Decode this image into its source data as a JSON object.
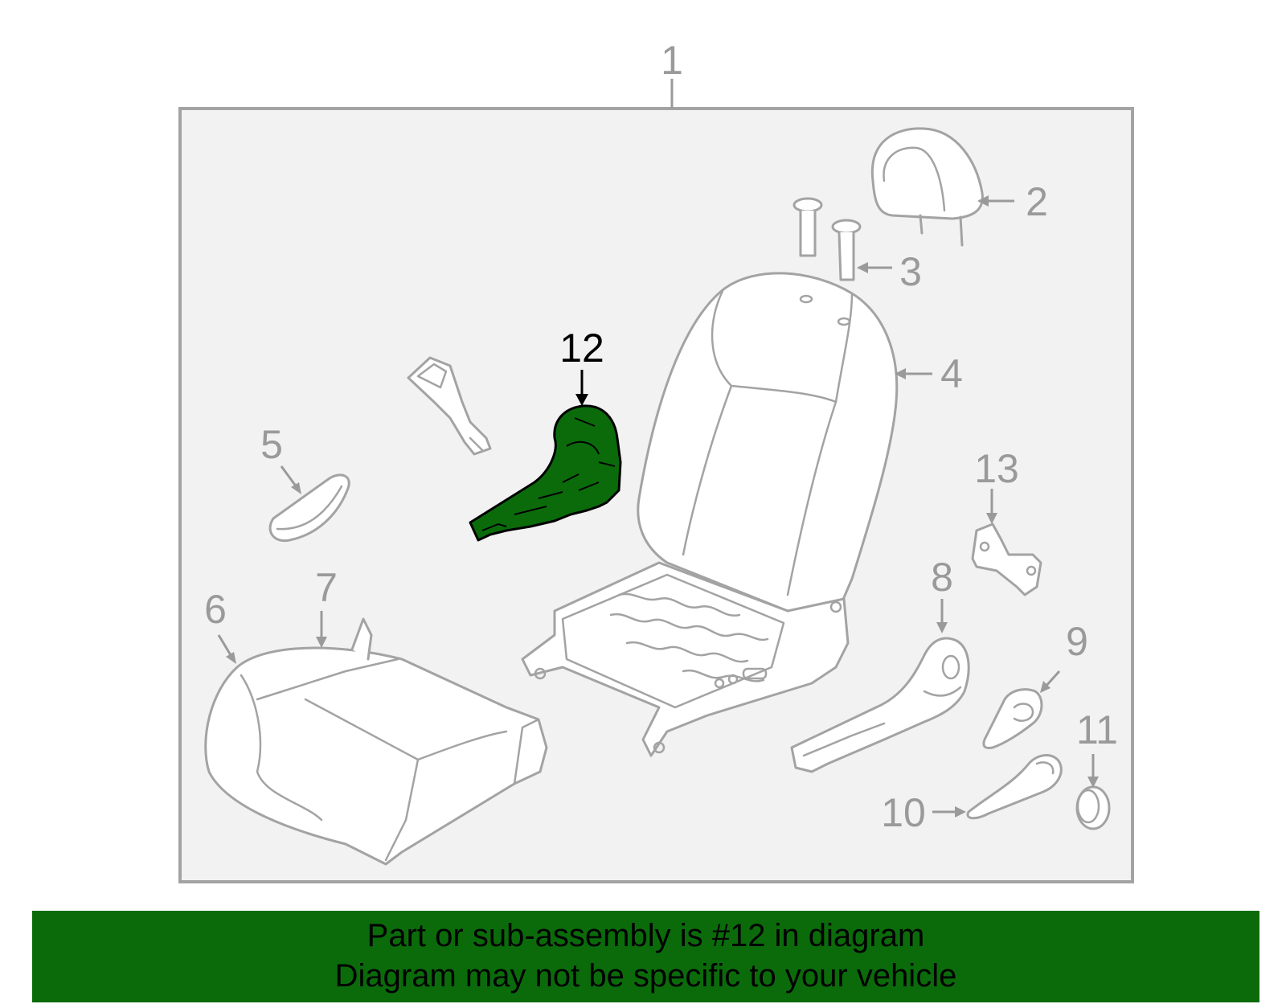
{
  "callouts": {
    "c1": "1",
    "c2": "2",
    "c3": "3",
    "c4": "4",
    "c5": "5",
    "c6": "6",
    "c7": "7",
    "c8": "8",
    "c9": "9",
    "c10": "10",
    "c11": "11",
    "c12": "12",
    "c13": "13"
  },
  "highlighted_part": "12",
  "colors": {
    "highlight_fill": "#0b6b0b",
    "banner": "#0b6b0b",
    "line": "#a3a3a3",
    "active_text": "#000000"
  },
  "banner": {
    "line1": "Part or sub-assembly is #12 in diagram",
    "line2": "Diagram may not be specific to your vehicle"
  }
}
